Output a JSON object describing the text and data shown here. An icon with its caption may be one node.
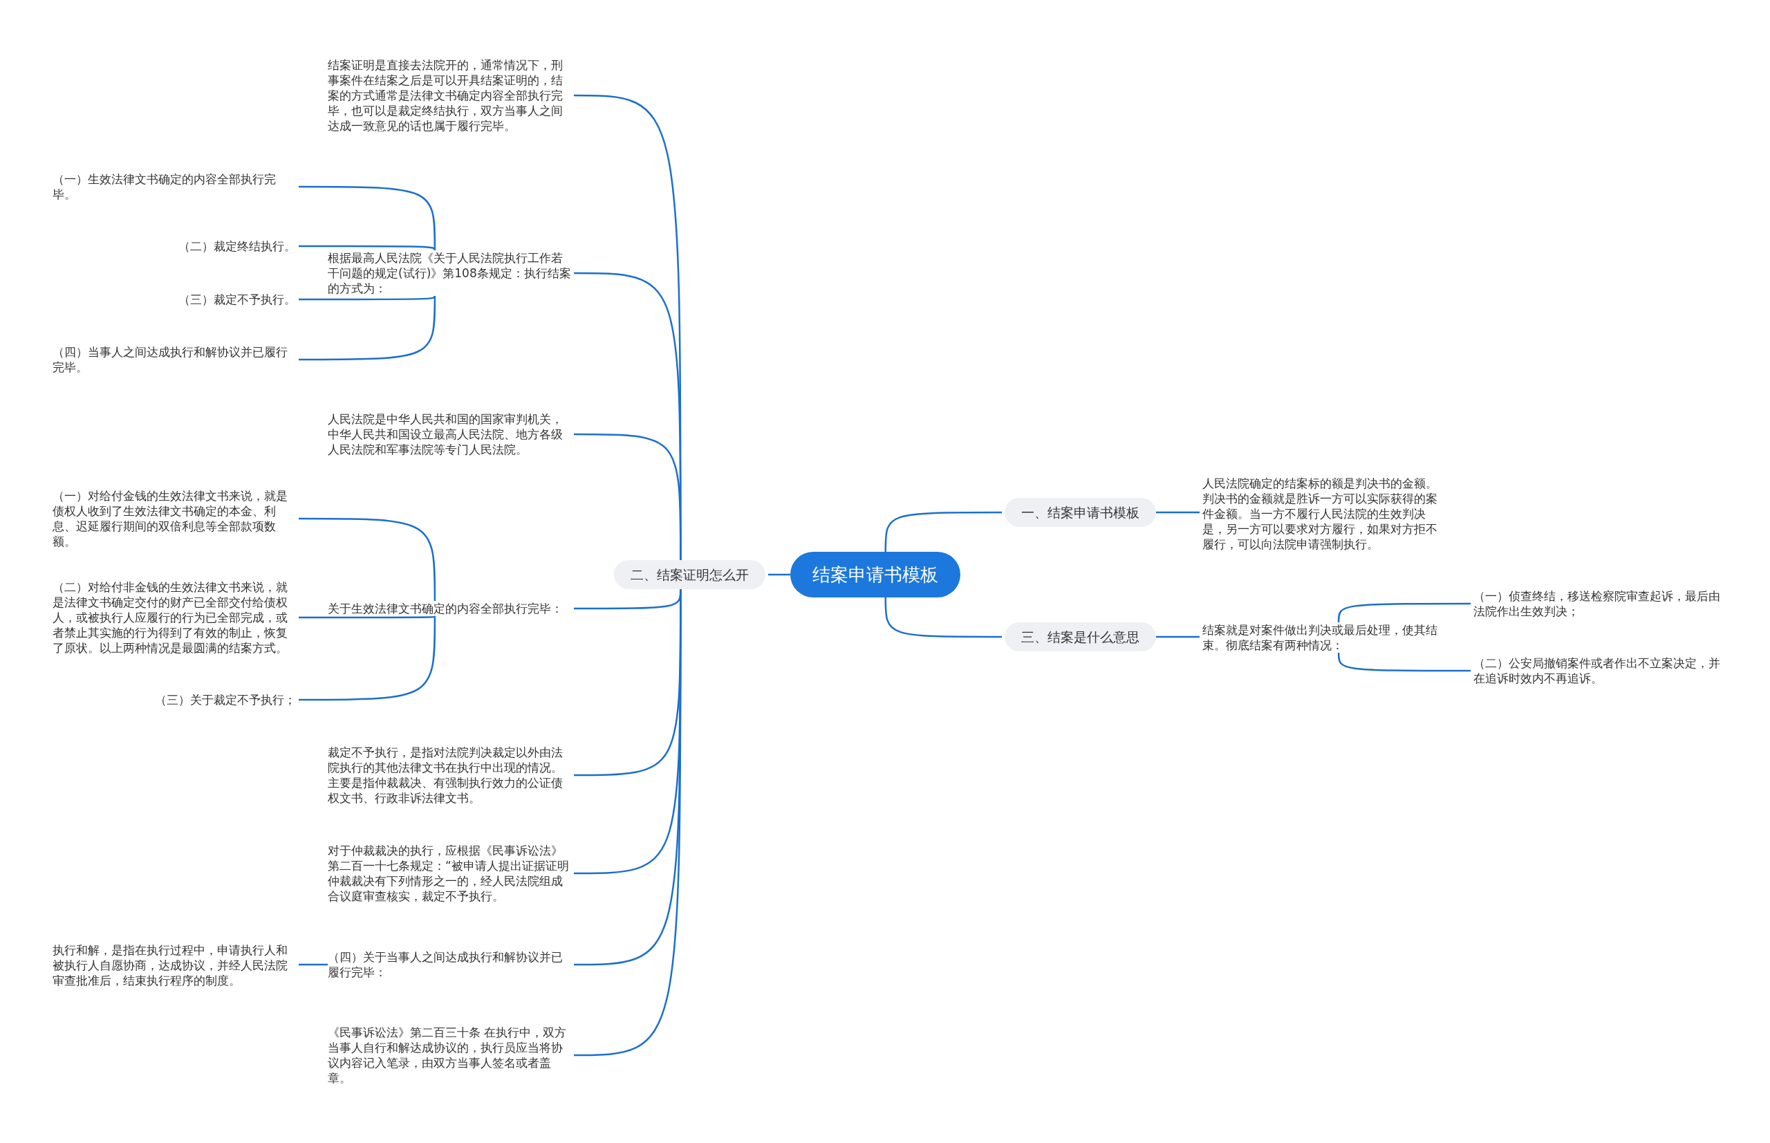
{
  "diagram": {
    "nodes": [
      {
        "text": [
          "结案申请书模板"
        ]
      },
      {
        "text": [
          "一、结案申请书模板"
        ]
      },
      {
        "text": [
          "人民法院确定的结案标的额是判决书的金额。判决书的金额就是胜诉一方可以实际获得的案件金额。当一方不履行人民法院的生效判决是，另一方可以要求对方履行，如果对方拒不履行，可以向法院申请强制执行。"
        ]
      },
      {
        "text": [
          "三、结案是什么意思"
        ]
      },
      {
        "text": [
          "结案就是对案件做出判决或最后处理，使其结束。彻底结案有两种情况："
        ]
      },
      {
        "text": [
          "（一）侦查终结，移送检察院审查起诉，最后由法院作出生效判决；"
        ]
      },
      {
        "text": [
          "（二）公安局撤销案件或者作出不立案决定，并在追诉时效内不再追诉。"
        ]
      },
      {
        "text": [
          "二、结案证明怎么开"
        ]
      },
      {
        "text": [
          "结案证明是直接去法院开的，通常情况下，刑事案件在结案之后是可以开具结案证明的，结案的方式通常是法律文书确定内容全部执行完毕，也可以是裁定终结执行，双方当事人之间达成一致意见的话也属于履行完毕。"
        ]
      },
      {
        "text": [
          "根据最高人民法院《关于人民法院执行工作若干问题的规定(试行)》第108条规定：执行结案的方式为："
        ]
      },
      {
        "text": [
          "（一）生效法律文书确定的内容全部执行完毕。"
        ]
      },
      {
        "text": [
          "（二）裁定终结执行。"
        ]
      },
      {
        "text": [
          "（三）裁定不予执行。"
        ]
      },
      {
        "text": [
          "（四）当事人之间达成执行和解协议并已履行完毕。"
        ]
      },
      {
        "text": [
          "人民法院是中华人民共和国的国家审判机关，中华人民共和国设立最高人民法院、地方各级人民法院和军事法院等专门人民法院。"
        ]
      },
      {
        "text": [
          "关于生效法律文书确定的内容全部执行完毕："
        ]
      },
      {
        "text": [
          "（一）对给付金钱的生效法律文书来说，就是债权人收到了生效法律文书确定的本金、利息、迟延履行期间的双倍利息等全部款项数额。"
        ]
      },
      {
        "text": [
          "（二）对给付非金钱的生效法律文书来说，就是法律文书确定交付的财产已全部交付给债权人，或被执行人应履行的行为已全部完成，或者禁止其实施的行为得到了有效的制止，恢复了原状。以上两种情况是最圆满的结案方式。"
        ]
      },
      {
        "text": [
          "（三）关于裁定不予执行；"
        ]
      },
      {
        "text": [
          "裁定不予执行，是指对法院判决裁定以外由法院执行的其他法律文书在执行中出现的情况。主要是指仲裁裁决、有强制执行效力的公证债权文书、行政非诉法律文书。"
        ]
      },
      {
        "text": [
          "对于仲裁裁决的执行，应根据《民事诉讼法》第二百一十七条规定：“被申请人提出证据证明仲裁裁决有下列情形之一的，经人民法院组成合议庭审查核实，裁定不予执行。"
        ]
      },
      {
        "text": [
          "（四）关于当事人之间达成执行和解协议并已履行完毕："
        ]
      },
      {
        "text": [
          "执行和解，是指在执行过程中，申请执行人和被执行人自愿协商，达成协议，并经人民法院审查批准后，结束执行程序的制度。"
        ]
      },
      {
        "text": [
          "《民事诉讼法》第二百三十条 在执行中，双方当事人自行和解达成协议的，执行员应当将协议内容记入笔录，由双方当事人签名或者盖章。"
        ]
      }
    ],
    "edges": [
      {
        "from": 0,
        "to": 1,
        "arrow": "none"
      },
      {
        "from": 1,
        "to": 2,
        "arrow": "none"
      },
      {
        "from": 0,
        "to": 3,
        "arrow": "none"
      },
      {
        "from": 3,
        "to": 4,
        "arrow": "none"
      },
      {
        "from": 4,
        "to": 5,
        "arrow": "none"
      },
      {
        "from": 4,
        "to": 6,
        "arrow": "none"
      },
      {
        "from": 0,
        "to": 7,
        "arrow": "none"
      },
      {
        "from": 7,
        "to": 8,
        "arrow": "none"
      },
      {
        "from": 7,
        "to": 9,
        "arrow": "none"
      },
      {
        "from": 9,
        "to": 10,
        "arrow": "none"
      },
      {
        "from": 9,
        "to": 11,
        "arrow": "none"
      },
      {
        "from": 9,
        "to": 12,
        "arrow": "none"
      },
      {
        "from": 9,
        "to": 13,
        "arrow": "none"
      },
      {
        "from": 7,
        "to": 14,
        "arrow": "none"
      },
      {
        "from": 7,
        "to": 15,
        "arrow": "none"
      },
      {
        "from": 15,
        "to": 16,
        "arrow": "none"
      },
      {
        "from": 15,
        "to": 17,
        "arrow": "none"
      },
      {
        "from": 15,
        "to": 18,
        "arrow": "none"
      },
      {
        "from": 7,
        "to": 19,
        "arrow": "none"
      },
      {
        "from": 7,
        "to": 20,
        "arrow": "none"
      },
      {
        "from": 7,
        "to": 21,
        "arrow": "none"
      },
      {
        "from": 21,
        "to": 22,
        "arrow": "none"
      },
      {
        "from": 7,
        "to": 23,
        "arrow": "none"
      }
    ]
  }
}
